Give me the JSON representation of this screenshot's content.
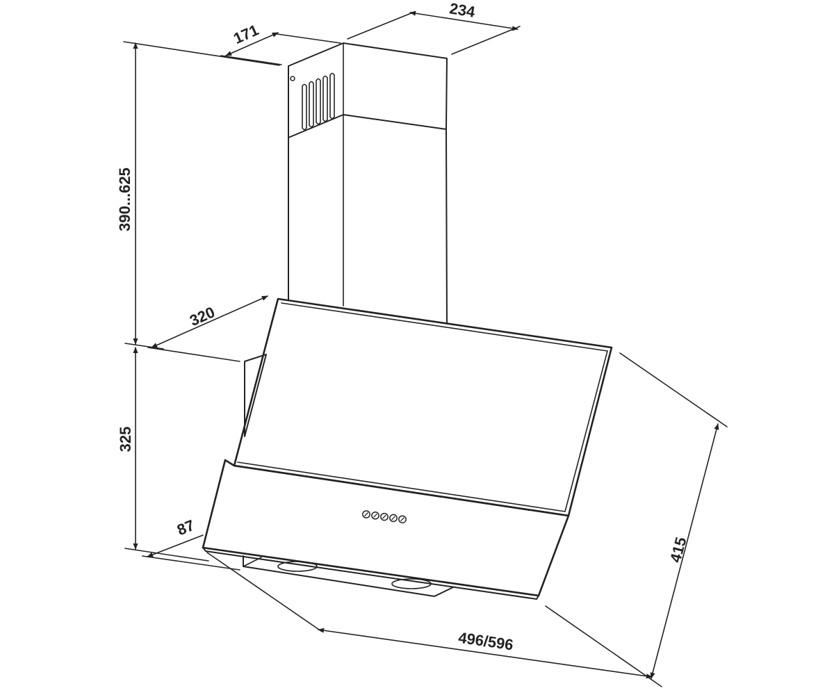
{
  "colors": {
    "line": "#222222",
    "background": "#ffffff"
  },
  "dimensions": {
    "chimney_depth": "171",
    "chimney_width": "234",
    "chimney_height": "390...625",
    "hood_depth": "320",
    "hood_height": "325",
    "bottom_depth": "87",
    "hood_width": "496/596",
    "diagonal_height": "415"
  },
  "control_buttons": 5
}
